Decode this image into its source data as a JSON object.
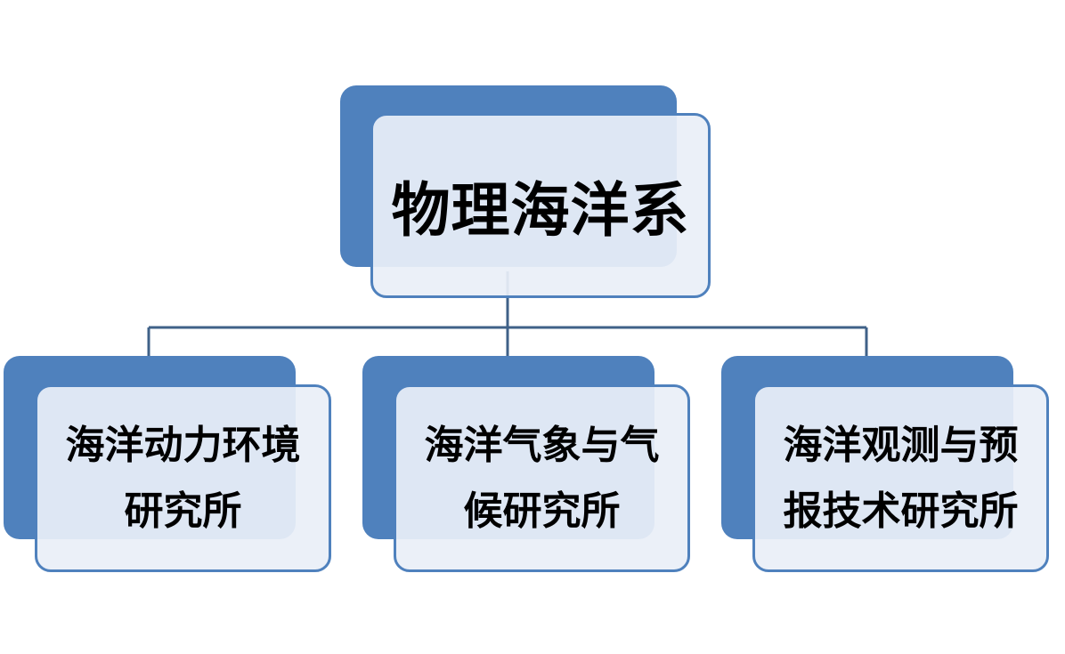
{
  "diagram": {
    "root": {
      "label": "物理海洋系"
    },
    "children": [
      {
        "label": "海洋动力环境研究所"
      },
      {
        "label": "海洋气象与气候研究所"
      },
      {
        "label": "海洋观测与预报技术研究所"
      }
    ]
  },
  "colors": {
    "accent": "#4f81bd",
    "connector": "#3f6188",
    "box_fill": "#e9eff8",
    "text": "#000000"
  }
}
